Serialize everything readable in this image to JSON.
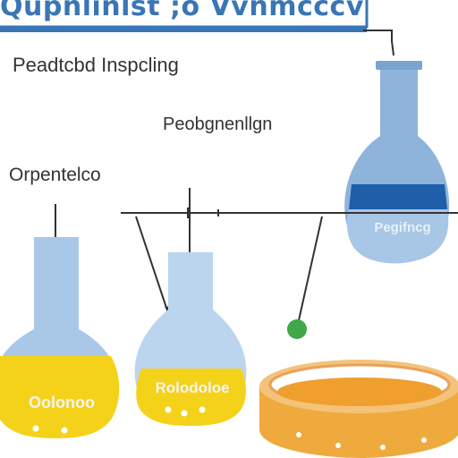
{
  "title": "Qupnlinlst ;o Vvnmcccv",
  "headings": {
    "top_left": "Peadtcbd Inspcling",
    "middle": "Peobgnenllgn",
    "left": "Orpentelco"
  },
  "flask_labels": {
    "right": "Pegifncg",
    "left": "Oolonoo",
    "middle": "Rolodoloe"
  },
  "colors": {
    "title": "#3a76b5",
    "flask_glass": "#8fb4dc",
    "dark_band": "#1f5ea8",
    "yellow_liquid": "#f5d21a",
    "orange_liquid": "#eeaa3c",
    "green_indicator": "#3ea84a",
    "line": "#333333"
  }
}
